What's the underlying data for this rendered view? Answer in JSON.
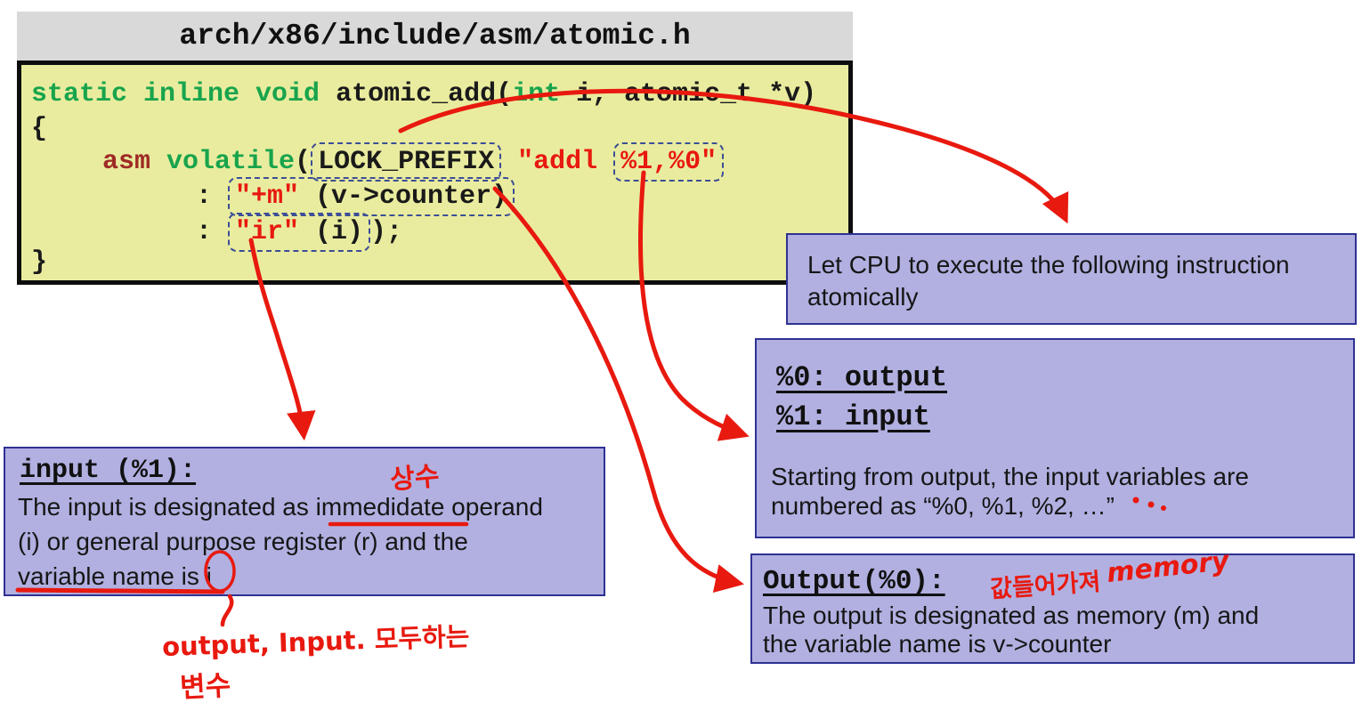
{
  "header": {
    "path": "arch/x86/include/asm/atomic.h"
  },
  "code": {
    "l1_kw1": "static inline void ",
    "l1_fn": "atomic_add(",
    "l1_kw2": "int",
    "l1_rest": " i, atomic_t *v)",
    "l2": "{",
    "l3_asm": "asm",
    "l3_volatile": " volatile",
    "l3_paren": "(",
    "l3_lock": "LOCK_PREFIX",
    "l3_addl": "\"addl ",
    "l3_operands": "%1,%0\"",
    "l4_colon": ": ",
    "l4_boxed": "\"+m\" (v->counter)",
    "l4_constraint": "\"+m\"",
    "l4_var": " (v->counter)",
    "l5_colon": ": ",
    "l5_constraint": "\"ir\"",
    "l5_var": " (i)",
    "l5_end": ");",
    "l6": "}"
  },
  "callouts": {
    "cpu": {
      "line1": "Let CPU to execute the following instruction",
      "line2": "atomically"
    },
    "numbering": {
      "heading1": "%0: output",
      "heading2": "%1: input",
      "body1": "Starting from output, the input variables are",
      "body2": "numbered as “%0, %1, %2, …”"
    },
    "input": {
      "heading": "input (%1):",
      "body1": "The input is designated as immedidate operand",
      "body2": "(i) or general purpose register (r) and the",
      "body3": "variable name is i"
    },
    "output": {
      "heading": "Output(%0):",
      "body1": "The output is designated as memory (m) and",
      "body2": "the variable name is v->counter"
    }
  },
  "handwriting": {
    "constant_note": "상수",
    "both_vars_line1": "output, Input. 모두하는",
    "both_vars_line2": "변수",
    "value_note": "값들어가져",
    "memory_note": "memory"
  },
  "colors": {
    "accent_red": "#e8190f",
    "keyword_green": "#18a44c",
    "asm_maroon": "#9e2b25",
    "code_bg": "#e9ec9e",
    "callout_purple": "#b1b0e1",
    "callout_border": "#2e3192",
    "title_gray": "#d9d9d9",
    "dashed_navy": "#3c4e97"
  }
}
